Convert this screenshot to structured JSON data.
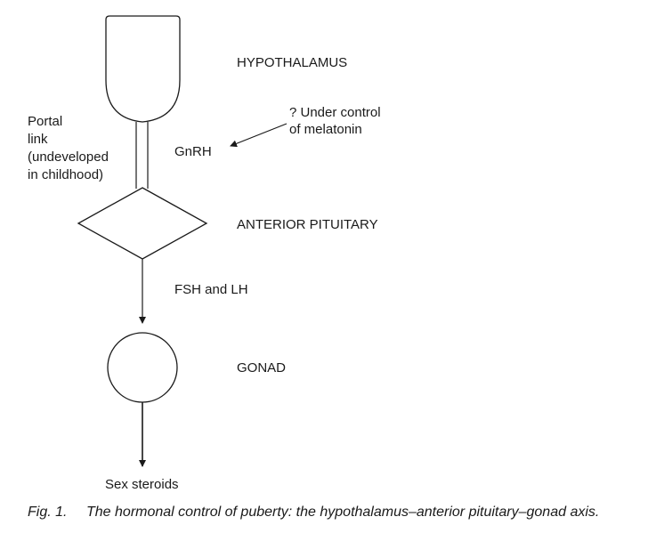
{
  "labels": {
    "hypothalamus": "HYPOTHALAMUS",
    "anterior_pituitary": "ANTERIOR PITUITARY",
    "gonad": "GONAD",
    "gnrh": "GnRH",
    "fsh_lh": "FSH and LH",
    "sex_steroids": "Sex steroids",
    "portal_link": [
      "Portal",
      "link",
      "(undeveloped",
      "in childhood)"
    ],
    "melatonin_note": [
      "? Under control",
      "of melatonin"
    ]
  },
  "caption": {
    "figure_number": "Fig. 1.",
    "text": "The hormonal control of puberty: the hypothalamus–anterior pituitary–gonad axis."
  }
}
